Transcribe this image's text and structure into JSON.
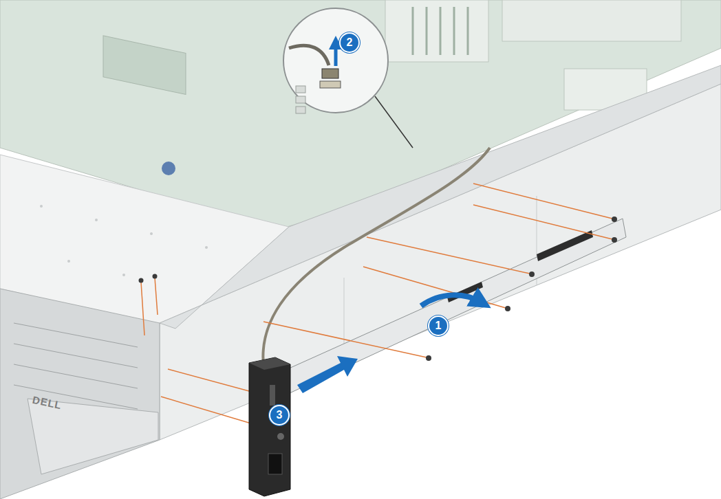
{
  "diagram": {
    "labels": [
      "2",
      "1",
      "DELL",
      "3"
    ]
  }
}
